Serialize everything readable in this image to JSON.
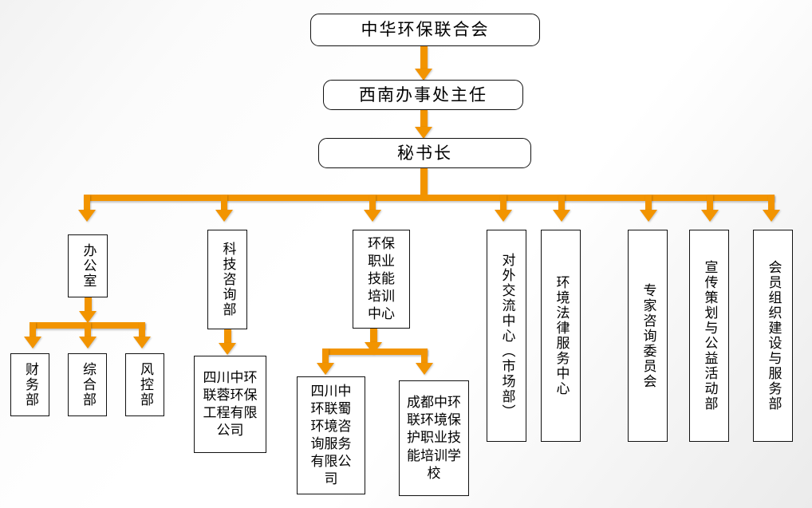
{
  "meta": {
    "title": "中华环保联合会西南办事处组织结构图",
    "accent_color": "#F29400",
    "box_border_color": "#111111",
    "background_color": "#FFFFFF"
  },
  "chart_data": {
    "type": "diagram",
    "diagram_kind": "organization-chart",
    "orientation": "top-down",
    "connector_color": "#F29400",
    "nodes": [
      {
        "id": "n1",
        "label": "中华环保联合会",
        "level": 1,
        "shape": "rounded-rect",
        "text_mode": "horizontal"
      },
      {
        "id": "n2",
        "label": "西南办事处主任",
        "level": 2,
        "shape": "rounded-rect",
        "text_mode": "horizontal"
      },
      {
        "id": "n3",
        "label": "秘书长",
        "level": 3,
        "shape": "rounded-rect",
        "text_mode": "horizontal"
      },
      {
        "id": "n4",
        "label": "办公室",
        "level": 4,
        "shape": "rect",
        "text_mode": "vertical"
      },
      {
        "id": "n5",
        "label": "科技咨询部",
        "level": 4,
        "shape": "rect",
        "text_mode": "vertical"
      },
      {
        "id": "n6",
        "label": "环保职业技能培训中心",
        "level": 4,
        "shape": "rect",
        "text_mode": "wrapped"
      },
      {
        "id": "n7",
        "label": "对外交流中心（市场部）",
        "level": 4,
        "shape": "rect",
        "text_mode": "vertical"
      },
      {
        "id": "n8",
        "label": "环境法律服务中心",
        "level": 4,
        "shape": "rect",
        "text_mode": "vertical"
      },
      {
        "id": "n9",
        "label": "专家咨询委员会",
        "level": 4,
        "shape": "rect",
        "text_mode": "vertical"
      },
      {
        "id": "n10",
        "label": "宣传策划与公益活动部",
        "level": 4,
        "shape": "rect",
        "text_mode": "vertical"
      },
      {
        "id": "n11",
        "label": "会员组织建设与服务部",
        "level": 4,
        "shape": "rect",
        "text_mode": "vertical"
      },
      {
        "id": "n12",
        "label": "财务部",
        "level": 5,
        "shape": "rect",
        "text_mode": "vertical"
      },
      {
        "id": "n13",
        "label": "综合部",
        "level": 5,
        "shape": "rect",
        "text_mode": "vertical"
      },
      {
        "id": "n14",
        "label": "风控部",
        "level": 5,
        "shape": "rect",
        "text_mode": "vertical"
      },
      {
        "id": "n15",
        "label": "四川中环联蓉环保工程有限公司",
        "level": 5,
        "shape": "rect",
        "text_mode": "wrapped"
      },
      {
        "id": "n16",
        "label": "四川中环联蜀环境咨询服务有限公司",
        "level": 5,
        "shape": "rect",
        "text_mode": "wrapped"
      },
      {
        "id": "n17",
        "label": "成都中环联环境保护职业技能培训学校",
        "level": 5,
        "shape": "rect",
        "text_mode": "wrapped"
      }
    ],
    "edges": [
      {
        "from": "n1",
        "to": "n2"
      },
      {
        "from": "n2",
        "to": "n3"
      },
      {
        "from": "n3",
        "to": "n4"
      },
      {
        "from": "n3",
        "to": "n5"
      },
      {
        "from": "n3",
        "to": "n6"
      },
      {
        "from": "n3",
        "to": "n7"
      },
      {
        "from": "n3",
        "to": "n8"
      },
      {
        "from": "n3",
        "to": "n9"
      },
      {
        "from": "n3",
        "to": "n10"
      },
      {
        "from": "n3",
        "to": "n11"
      },
      {
        "from": "n4",
        "to": "n12"
      },
      {
        "from": "n4",
        "to": "n13"
      },
      {
        "from": "n4",
        "to": "n14"
      },
      {
        "from": "n5",
        "to": "n15"
      },
      {
        "from": "n6",
        "to": "n16"
      },
      {
        "from": "n6",
        "to": "n17"
      }
    ]
  },
  "tier1": {
    "root": "中华环保联合会"
  },
  "tier2": {
    "director": "西南办事处主任"
  },
  "tier3": {
    "secretary_general": "秘书长"
  },
  "departments": [
    {
      "name": "办公室"
    },
    {
      "name": "科技咨询部"
    },
    {
      "name": "环保职业技能培训中心"
    },
    {
      "name": "对外交流中心（市场部）"
    },
    {
      "name": "环境法律服务中心"
    },
    {
      "name": "专家咨询委员会"
    },
    {
      "name": "宣传策划与公益活动部"
    },
    {
      "name": "会员组织建设与服务部"
    }
  ],
  "office_subunits": [
    {
      "name": "财务部"
    },
    {
      "name": "综合部"
    },
    {
      "name": "风控部"
    }
  ],
  "tech_subunits": [
    {
      "name": "四川中环联蓉环保工程有限公司"
    }
  ],
  "training_subunits": [
    {
      "name": "四川中环联蜀环境咨询服务有限公司"
    },
    {
      "name": "成都中环联环境保护职业技能培训学校"
    }
  ]
}
